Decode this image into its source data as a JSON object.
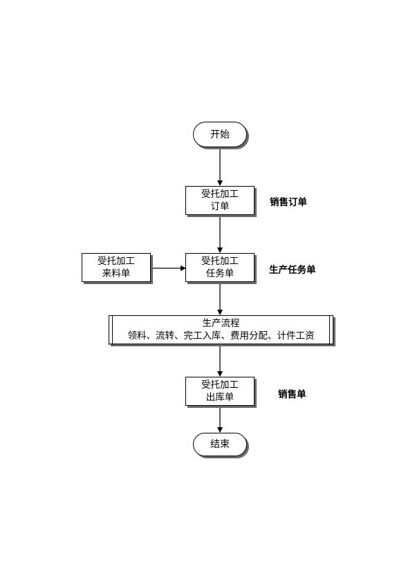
{
  "flowchart": {
    "start": "开始",
    "order": {
      "line1": "受托加工",
      "line2": "订单"
    },
    "task": {
      "line1": "受托加工",
      "line2": "任务单"
    },
    "material": {
      "line1": "受托加工",
      "line2": "来料单"
    },
    "production": {
      "line1": "生产流程",
      "line2": "领料、流转、完工入库、费用分配、计件工资"
    },
    "outbound": {
      "line1": "受托加工",
      "line2": "出库单"
    },
    "end": "结束"
  },
  "labels": {
    "sales_order": "销售订单",
    "production_task": "生产任务单",
    "sales_bill": "销售单"
  }
}
